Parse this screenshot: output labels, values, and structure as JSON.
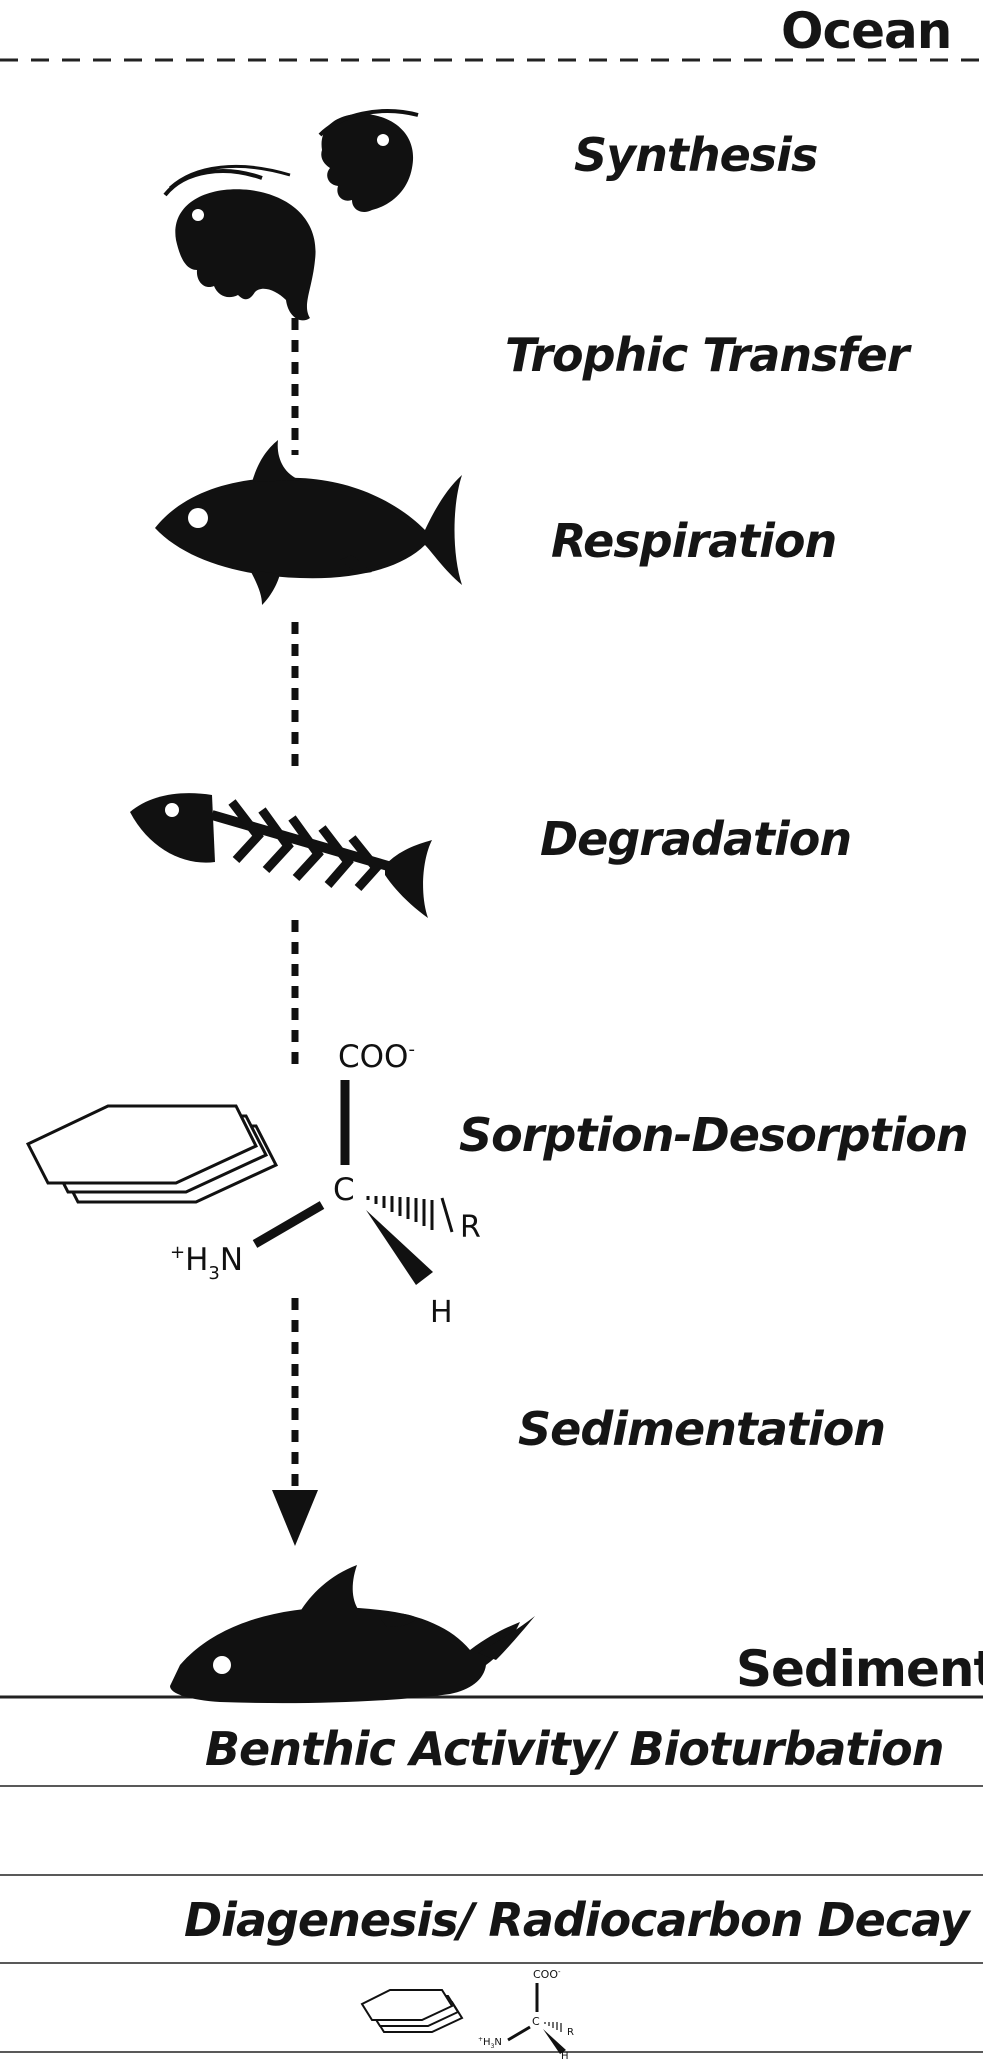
{
  "regions": {
    "top": "Ocean",
    "bottom": "Sediment"
  },
  "processes": [
    "Synthesis",
    "Trophic Transfer",
    "Respiration",
    "Degradation",
    "Sorption-Desorption",
    "Sedimentation"
  ],
  "sediment_layers": [
    "Benthic Activity/ Bioturbation",
    "Diagenesis/ Radiocarbon Decay"
  ],
  "molecule": {
    "carboxyl": "COO",
    "carboxyl_charge": "-",
    "center": "C",
    "r_group": "R",
    "hydrogen": "H",
    "amine_plus": "+",
    "amine_h": "H",
    "amine_sub": "3",
    "amine_n": "N"
  },
  "icons": [
    "zooplankton-icon",
    "fish-icon",
    "fish-skeleton-icon",
    "clay-mineral-icon",
    "amino-acid-icon",
    "dead-fish-icon",
    "arrow-down-icon"
  ],
  "colors": {
    "ink": "#111111",
    "line": "#222222",
    "background": "#ffffff"
  }
}
